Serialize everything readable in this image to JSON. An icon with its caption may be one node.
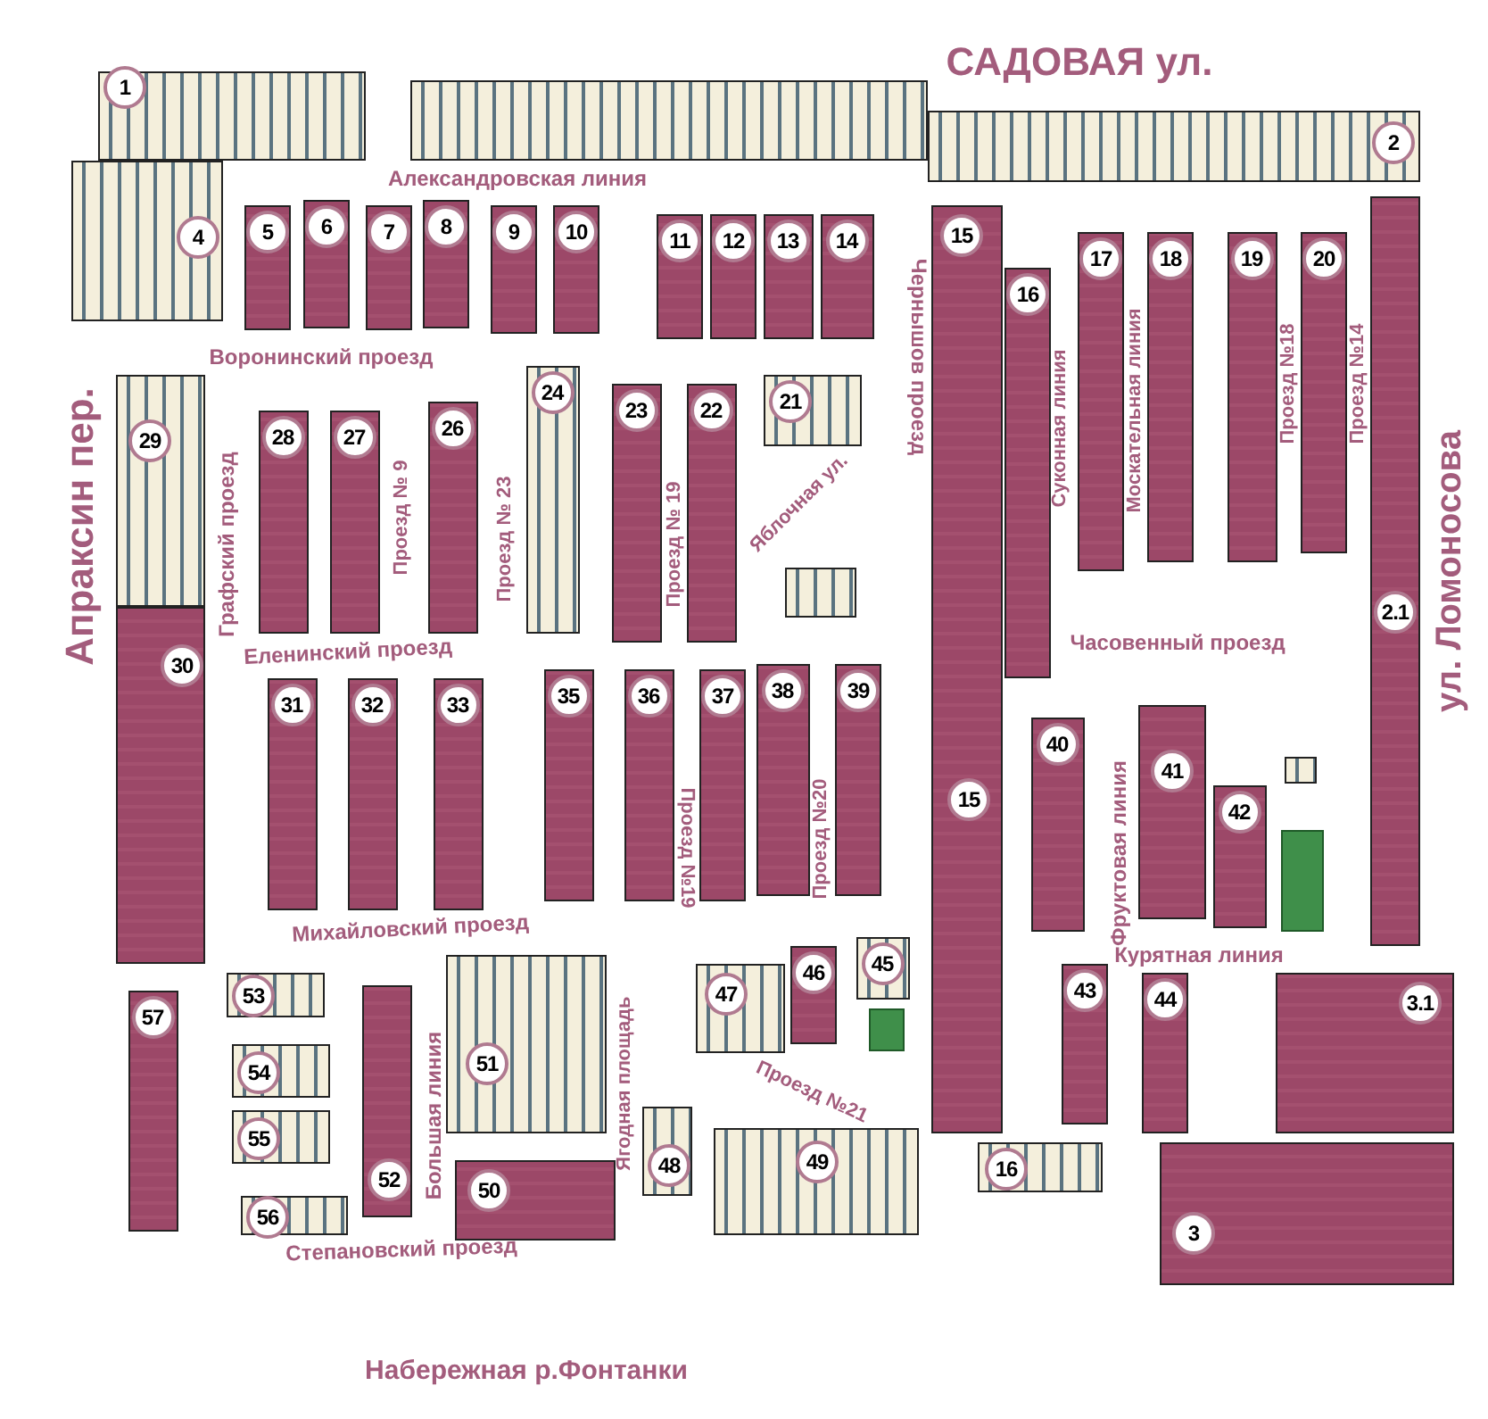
{
  "diagram": {
    "nodes": [
      {
        "text": [
          "1"
        ]
      },
      {
        "text": [],
        "shape": "box"
      },
      {
        "text": [
          "2"
        ]
      },
      {
        "text": [
          "2.1"
        ]
      },
      {
        "text": [
          "3"
        ]
      },
      {
        "text": [
          "3.1"
        ]
      },
      {
        "text": [
          "4"
        ]
      },
      {
        "text": [
          "5"
        ]
      },
      {
        "text": [
          "6"
        ]
      },
      {
        "text": [
          "7"
        ]
      },
      {
        "text": [
          "8"
        ]
      },
      {
        "text": [
          "9"
        ]
      },
      {
        "text": [
          "10"
        ]
      },
      {
        "text": [
          "11"
        ]
      },
      {
        "text": [
          "12"
        ]
      },
      {
        "text": [
          "13"
        ]
      },
      {
        "text": [
          "14"
        ]
      },
      {
        "text": [
          "15",
          "15"
        ]
      },
      {
        "text": [
          "16"
        ]
      },
      {
        "text": [
          "16"
        ]
      },
      {
        "text": [
          "17"
        ]
      },
      {
        "text": [
          "18"
        ]
      },
      {
        "text": [
          "19"
        ]
      },
      {
        "text": [
          "20"
        ]
      },
      {
        "text": [
          "21"
        ]
      },
      {
        "text": [
          "22"
        ]
      },
      {
        "text": [
          "23"
        ]
      },
      {
        "text": [
          "24"
        ]
      },
      {
        "text": [
          "26"
        ]
      },
      {
        "text": [
          "27"
        ]
      },
      {
        "text": [
          "28"
        ]
      },
      {
        "text": [
          "29"
        ]
      },
      {
        "text": [
          "30"
        ]
      },
      {
        "text": [
          "31"
        ]
      },
      {
        "text": [
          "32"
        ]
      },
      {
        "text": [
          "33"
        ]
      },
      {
        "text": [
          "35"
        ]
      },
      {
        "text": [
          "36"
        ]
      },
      {
        "text": [
          "37"
        ]
      },
      {
        "text": [
          "38"
        ]
      },
      {
        "text": [
          "39"
        ]
      },
      {
        "text": [
          "40"
        ]
      },
      {
        "text": [
          "41"
        ]
      },
      {
        "text": [
          "42"
        ]
      },
      {
        "text": [
          "43"
        ]
      },
      {
        "text": [
          "44"
        ]
      },
      {
        "text": [
          "45"
        ]
      },
      {
        "text": [
          "46"
        ]
      },
      {
        "text": [
          "47"
        ]
      },
      {
        "text": [
          "48"
        ]
      },
      {
        "text": [
          "49"
        ]
      },
      {
        "text": [
          "50"
        ]
      },
      {
        "text": [
          "51"
        ]
      },
      {
        "text": [
          "52"
        ]
      },
      {
        "text": [
          "53"
        ]
      },
      {
        "text": [
          "54"
        ]
      },
      {
        "text": [
          "55"
        ]
      },
      {
        "text": [
          "56"
        ]
      },
      {
        "text": [
          "57"
        ]
      },
      {
        "text": [],
        "shape": "box"
      },
      {
        "text": [],
        "shape": "box"
      }
    ],
    "labels": [
      "САДОВАЯ ул.",
      "Александровская линия",
      "Воронинский проезд",
      "Апраксин пер.",
      "Графский проезд",
      "Проезд № 9",
      "Проезд № 23",
      "Проезд № 19",
      "Яблочная ул.",
      "Чернышов проезд",
      "Суконная линия",
      "Москательная линия",
      "Проезд №18",
      "Проезд №14",
      "ул. Ломоносова",
      "Еленинский проезд",
      "Часовенный проезд",
      "Проезд №19",
      "Проезд №20",
      "Михайловский проезд",
      "Фруктовая линия",
      "Курятная линия",
      "Большая линия",
      "Ягодная площадь",
      "Проезд №21",
      "Степановский проезд",
      "Набережная р.Фонтанки"
    ]
  }
}
